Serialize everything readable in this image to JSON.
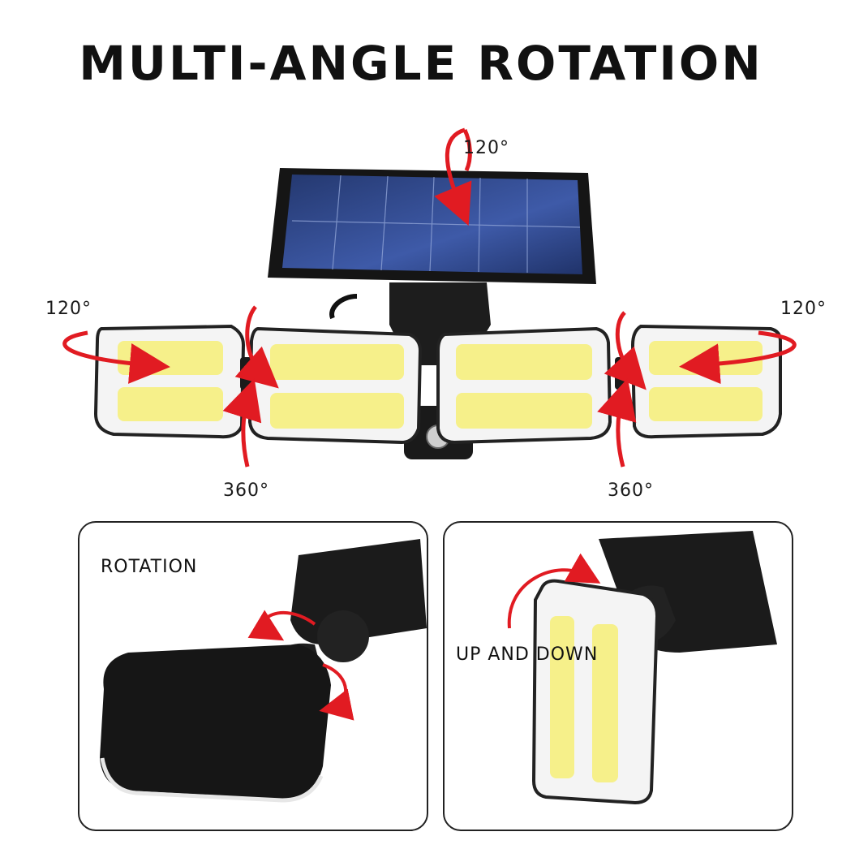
{
  "title": "MULTI-ANGLE ROTATION",
  "labels": {
    "top_angle": "120°",
    "left_angle": "120°",
    "right_angle": "120°",
    "left_bottom_angle": "360°",
    "right_bottom_angle": "360°"
  },
  "panels": {
    "left_label": "ROTATION",
    "right_label": "UP AND DOWN"
  },
  "colors": {
    "arrow": "#e11b22",
    "lamp_yellow": "#f6f08a",
    "housing": "#1b1b1b",
    "solar_blue": "#2a3f7c"
  }
}
